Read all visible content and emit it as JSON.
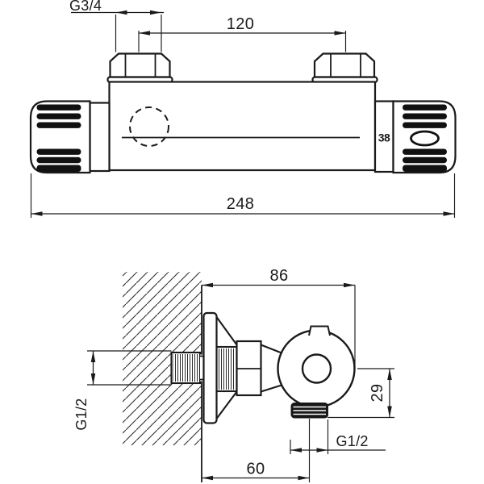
{
  "page": {
    "background": "#ffffff",
    "line_color": "#1a1a1a"
  },
  "front_view": {
    "dimensions": {
      "top_thread_size": "G3/4",
      "inlet_spacing": "120",
      "overall_width": "248",
      "temperature_marking": "38"
    }
  },
  "side_view": {
    "dimensions": {
      "wall_to_front_depth": "86",
      "center_to_outlet_drop": "29",
      "wall_inlet_thread_size": "G1/2",
      "outlet_thread_size": "G1/2",
      "wall_to_outlet_offset": "60"
    }
  }
}
